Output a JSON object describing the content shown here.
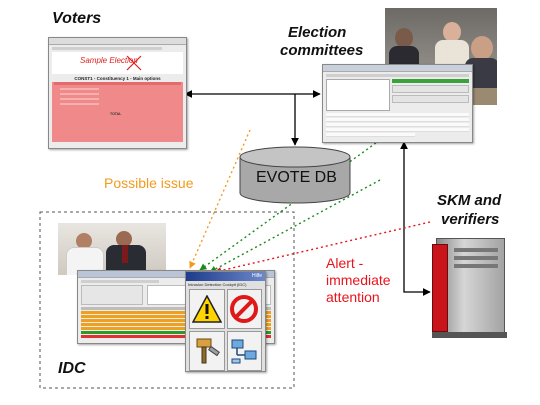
{
  "labels": {
    "voters": "Voters",
    "election_committees_line1": "Election",
    "election_committees_line2": "committees",
    "evote_db": "EVOTE DB",
    "possible_issue": "Possible issue",
    "skm_line1": "SKM and",
    "skm_line2": "verifiers",
    "alert_line1": "Alert -",
    "alert_line2": "immediate",
    "alert_line3": "attention",
    "idc": "IDC"
  },
  "voters_window": {
    "watermark": "Sample Election",
    "header": "CONST1 - Constituency 1 - Main options",
    "total_label": "TOTAL"
  },
  "idc_window": {
    "title": "Intrusion Detection Cockpit (IDC)",
    "menu_help": "Hilfe"
  },
  "colors": {
    "possible_issue": "#f39a1e",
    "alert": "#e8141c",
    "green_link": "#1a8a1a",
    "db_fill": "#a8a8a8",
    "ballot_pink": "#f08a8a",
    "server_red": "#c8141a"
  },
  "icons": [
    "warning-icon",
    "stop-icon",
    "tools-icon",
    "network-icon"
  ]
}
